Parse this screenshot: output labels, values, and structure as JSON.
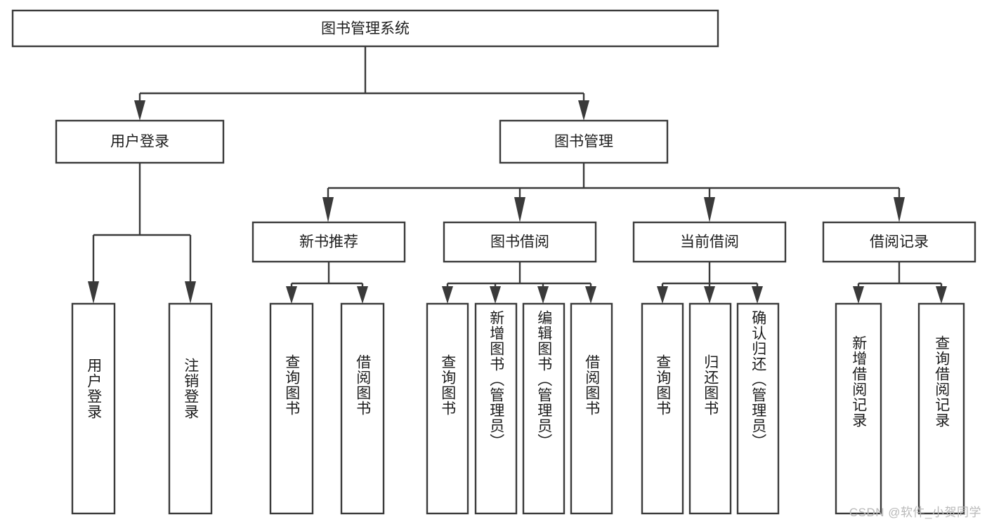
{
  "diagram": {
    "title": "图书管理系统",
    "type": "tree-hierarchy-chart",
    "watermark": "CSDN @软件_小贺同学",
    "colors": {
      "stroke": "#3a3a3a",
      "box_fill": "#ffffff",
      "text": "#1c1c1c",
      "background": "#ffffff",
      "watermark": "#b9b9b9"
    },
    "root": {
      "label": "图书管理系统"
    },
    "level2": [
      {
        "label": "用户登录"
      },
      {
        "label": "图书管理"
      }
    ],
    "level3": [
      {
        "label": "新书推荐"
      },
      {
        "label": "图书借阅"
      },
      {
        "label": "当前借阅"
      },
      {
        "label": "借阅记录"
      }
    ],
    "leaves": {
      "user_login": [
        {
          "label": "用户登录"
        },
        {
          "label": "注销登录"
        }
      ],
      "new_book_recommend": [
        {
          "label": "查询图书"
        },
        {
          "label": "借阅图书"
        }
      ],
      "book_borrow": [
        {
          "label": "查询图书"
        },
        {
          "label": "新增图书（管理员）"
        },
        {
          "label": "编辑图书（管理员）"
        },
        {
          "label": "借阅图书"
        }
      ],
      "current_borrow": [
        {
          "label": "查询图书"
        },
        {
          "label": "归还图书"
        },
        {
          "label": "确认归还（管理员）"
        }
      ],
      "borrow_records": [
        {
          "label": "新增借阅记录"
        },
        {
          "label": "查询借阅记录"
        }
      ]
    }
  }
}
